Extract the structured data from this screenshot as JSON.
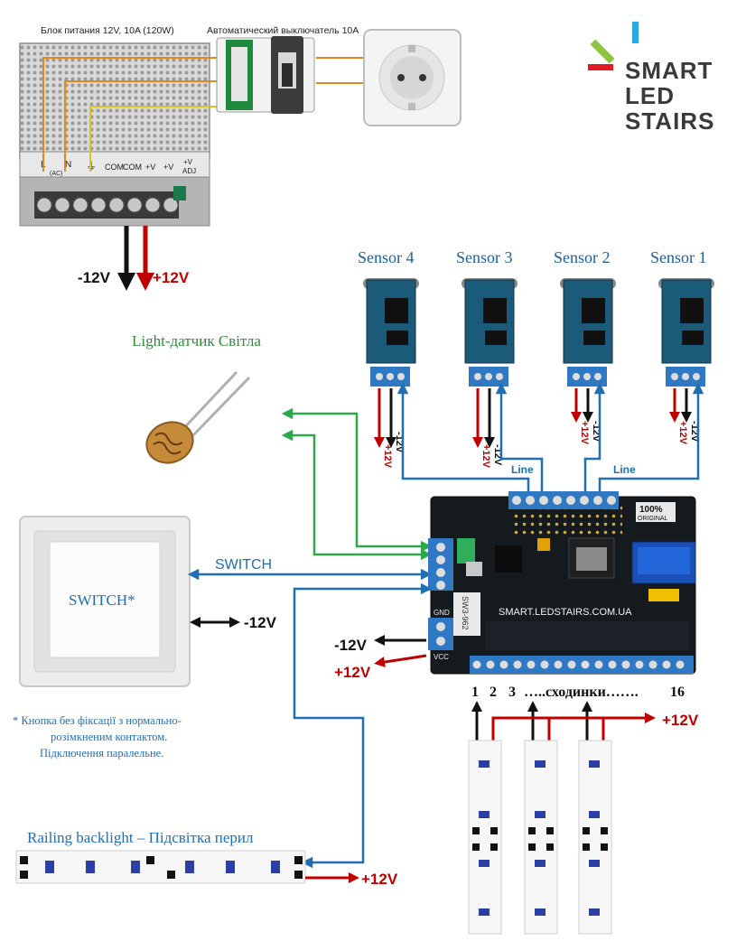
{
  "title_psu": "Блок питания 12V, 10A (120W)",
  "title_breaker": "Автоматический выключатель 10A",
  "psu": {
    "terminals": [
      "L",
      "N",
      "⏚",
      "COM",
      "COM",
      "+V",
      "+V",
      "+V"
    ],
    "ac_label": "(AC)",
    "adj_label": "ADJ",
    "minus_label": "-12V",
    "plus_label": "+12V"
  },
  "logo": {
    "line1": "SMART",
    "line2": "LED",
    "line3": "STAIRS",
    "colors": {
      "green": "#8cc63f",
      "blue": "#29abe2",
      "red": "#e01b24",
      "text": "#3a3a3a"
    }
  },
  "sensors": [
    {
      "label": "Sensor 4"
    },
    {
      "label": "Sensor 3"
    },
    {
      "label": "Sensor 2"
    },
    {
      "label": "Sensor 1"
    }
  ],
  "sensor_wire": {
    "plus": "+12V",
    "minus": "-12V",
    "line": "Line"
  },
  "light_sensor_label": "Light-датчик Світла",
  "switch": {
    "face_label": "SWITCH*",
    "wire_label": "SWITCH",
    "minus_label": "-12V"
  },
  "controller": {
    "site": "SMART.LEDSTAIRS.COM.UA",
    "badge_top": "100%",
    "badge_bottom": "ORIGINAL",
    "gnd": "GND",
    "vcc": "VCC",
    "regulator": "SW3-962"
  },
  "power_in": {
    "minus": "-12V",
    "plus": "+12V"
  },
  "steps": {
    "n1": "1",
    "n2": "2",
    "n3": "3",
    "middle": "…..сходинки…….",
    "n16": "16",
    "plus": "+12V"
  },
  "note": {
    "line1": "*  Кнопка без фіксації з нормально-",
    "line2": "розімкненим  контактом.",
    "line3": "Підключення паралельне."
  },
  "railing": {
    "label": "Railing backlight – Підсвітка перил",
    "plus": "+12V"
  },
  "colors": {
    "wire_blue": "#1f6fb5",
    "wire_green": "#2aa84a",
    "wire_red": "#c00000",
    "wire_black": "#111111",
    "sensor_title": "#1a5fa0",
    "light_title": "#2e8b3a",
    "pcb": "#151a1e",
    "terminal": "#2f78c4"
  }
}
